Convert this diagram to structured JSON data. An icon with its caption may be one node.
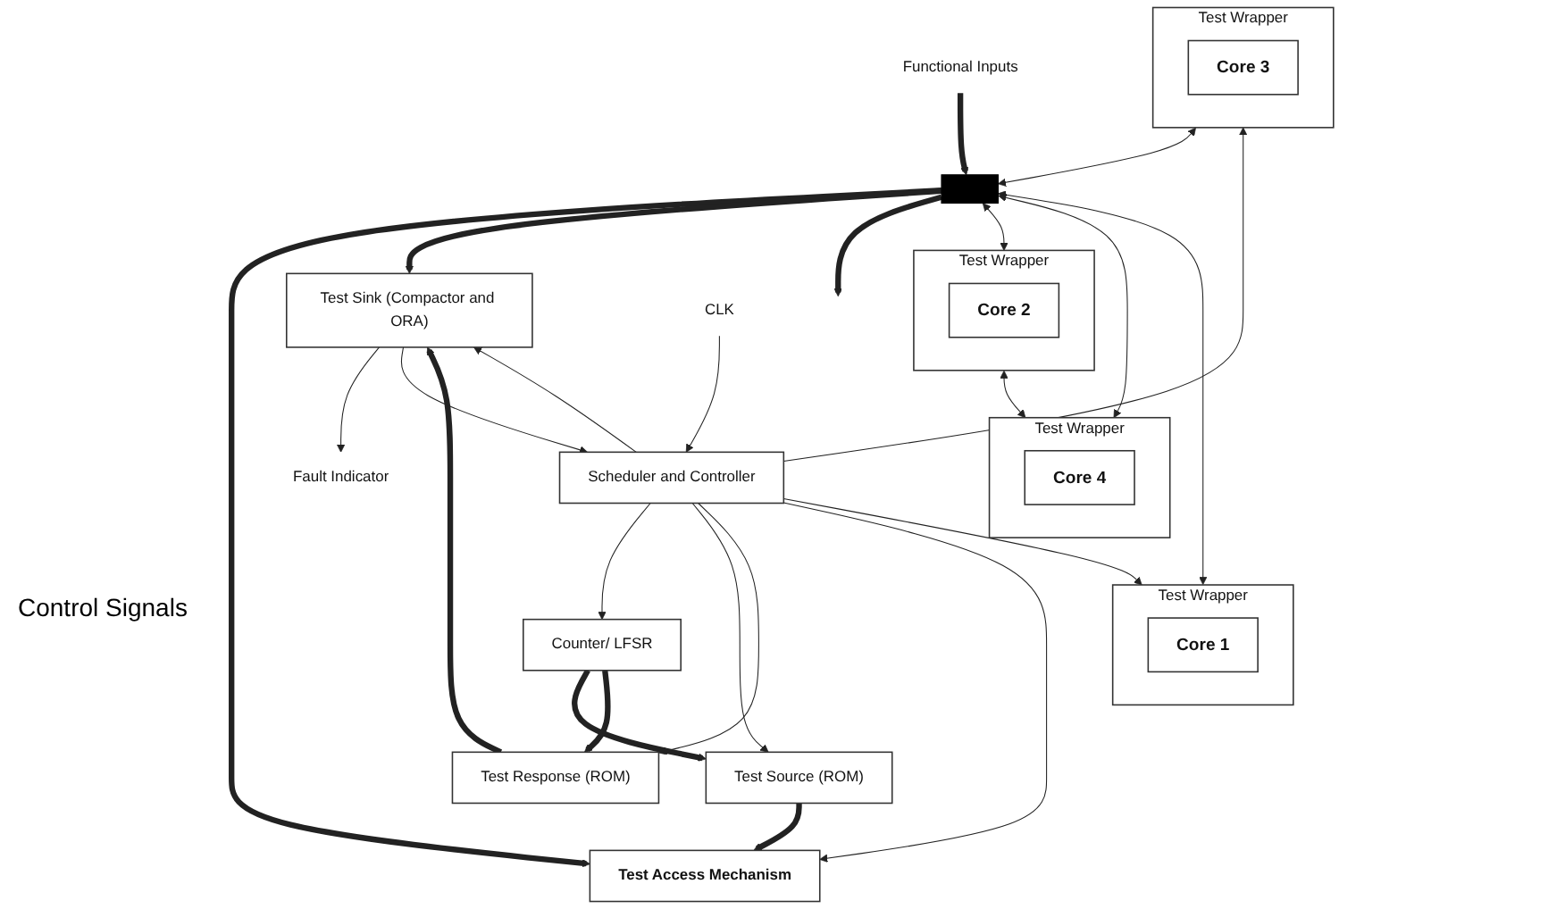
{
  "diagram": {
    "nodes": [
      {
        "text": [
          "Counter/ LFSR"
        ]
      },
      {
        "text": [
          "Test Access Mechanism"
        ]
      },
      {
        "text": [
          "Test Response (ROM)"
        ]
      },
      {
        "text": [
          "Test Source (ROM)"
        ]
      },
      {
        "text": [],
        "shape": "bar"
      },
      {
        "text": [
          "Test Wrapper"
        ]
      },
      {
        "text": [
          "Core 1"
        ],
        "in": 5
      },
      {
        "text": [
          "Test Wrapper"
        ]
      },
      {
        "text": [
          "Core 2"
        ],
        "in": 7
      },
      {
        "text": [
          "Test Sink (Compactor and ORA)"
        ]
      },
      {
        "text": [
          "Functional Inputs"
        ]
      },
      {
        "text": [
          "Test Wrapper"
        ]
      },
      {
        "text": [
          "Core 3"
        ],
        "in": 11
      },
      {
        "text": [
          "Test Wrapper"
        ]
      },
      {
        "text": [
          "Core 4"
        ],
        "in": 13
      },
      {
        "text": [
          "Fault Indicator"
        ]
      },
      {
        "text": [
          "Scheduler and Controller"
        ]
      },
      {
        "text": [
          "CLK"
        ]
      }
    ],
    "edges": [
      {
        "from": 16,
        "to": 0,
        "arrow": "to"
      },
      {
        "from": 16,
        "to": 3,
        "arrow": "to"
      },
      {
        "from": 16,
        "to": 2,
        "arrow": "to"
      },
      {
        "from": 16,
        "to": 1,
        "arrow": "to"
      },
      {
        "from": 16,
        "to": 5,
        "arrow": "to"
      },
      {
        "from": 16,
        "to": 11,
        "arrow": "to"
      },
      {
        "from": 16,
        "to": 9,
        "arrow": "to"
      },
      {
        "from": 0,
        "to": 3,
        "arrow": "to",
        "style": "thick"
      },
      {
        "from": 0,
        "to": 2,
        "arrow": "to",
        "style": "thick"
      },
      {
        "from": 3,
        "to": 1,
        "arrow": "to",
        "style": "thick"
      },
      {
        "from": 4,
        "to": 1,
        "arrow": "to",
        "style": "thick"
      },
      {
        "from": 4,
        "to": 9,
        "arrow": "to",
        "style": "thick"
      },
      {
        "from": 2,
        "to": 9,
        "arrow": "to",
        "style": "thick"
      },
      {
        "from": 5,
        "to": 4,
        "arrow": "both"
      },
      {
        "from": 4,
        "to": 7,
        "arrow": "both"
      },
      {
        "from": 10,
        "to": 4,
        "arrow": "to",
        "style": "thick"
      },
      {
        "from": 11,
        "to": 4,
        "arrow": "both"
      },
      {
        "from": 4,
        "to": 13,
        "arrow": "both"
      },
      {
        "from": 4,
        "to": null,
        "arrow": "to",
        "style": "thick"
      },
      {
        "from": 7,
        "to": 13,
        "arrow": "both"
      },
      {
        "from": 9,
        "to": 15,
        "arrow": "to"
      },
      {
        "from": 9,
        "to": 16,
        "arrow": "to"
      },
      {
        "from": 17,
        "to": 16,
        "arrow": "to"
      }
    ],
    "labels": [
      "Control Signals"
    ]
  }
}
